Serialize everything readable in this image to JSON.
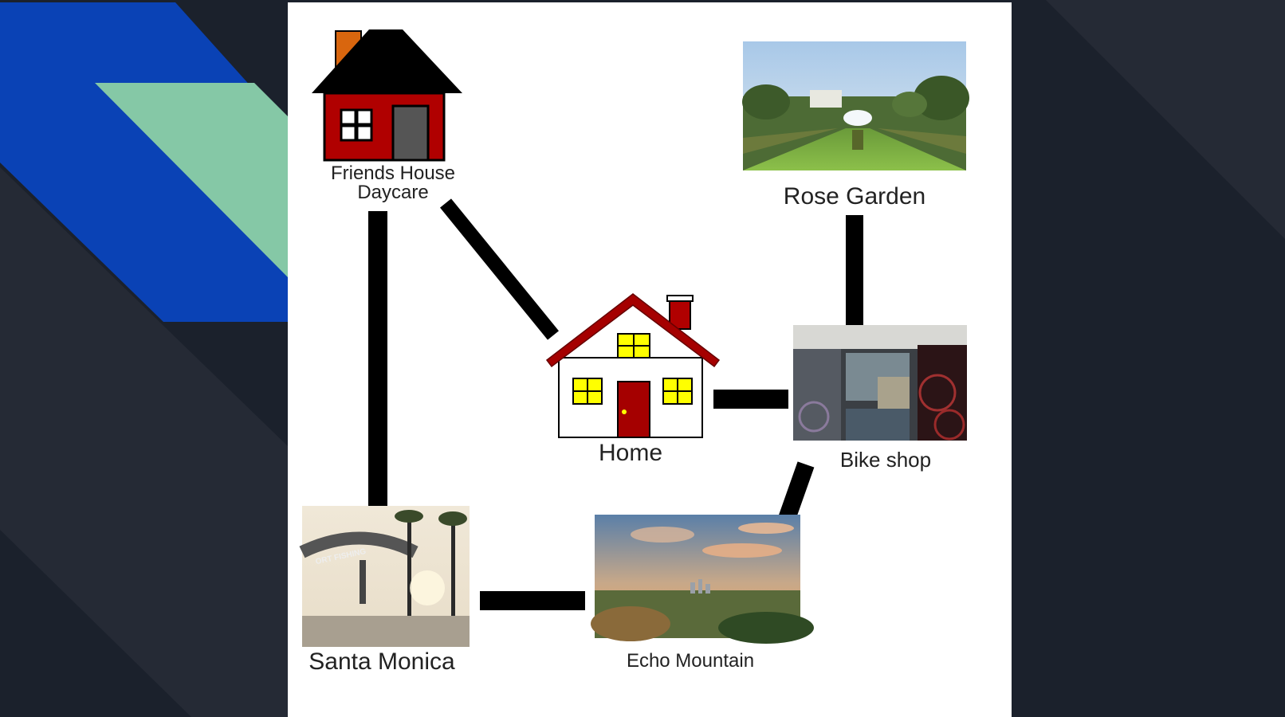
{
  "slide": {
    "background_color": "#1b212c",
    "accent_colors": {
      "blue": "#0a42b5",
      "green": "#85c8a6",
      "canvas": "#ffffff"
    }
  },
  "map": {
    "nodes": [
      {
        "id": "friends_house",
        "label_line1": "Friends House",
        "label_line2": "Daycare",
        "icon": "house-icon"
      },
      {
        "id": "rose_garden",
        "label": "Rose Garden",
        "image": "rose-garden-photo"
      },
      {
        "id": "home",
        "label": "Home",
        "icon": "home-icon"
      },
      {
        "id": "bike_shop",
        "label": "Bike shop",
        "image": "bike-shop-photo"
      },
      {
        "id": "santa_monica",
        "label": "Santa Monica",
        "image": "santa-monica-pier-photo"
      },
      {
        "id": "echo_mountain",
        "label": "Echo Mountain",
        "image": "echo-mountain-photo"
      }
    ],
    "edges": [
      {
        "from": "friends_house",
        "to": "home"
      },
      {
        "from": "friends_house",
        "to": "santa_monica"
      },
      {
        "from": "rose_garden",
        "to": "bike_shop"
      },
      {
        "from": "home",
        "to": "bike_shop"
      },
      {
        "from": "bike_shop",
        "to": "echo_mountain"
      },
      {
        "from": "santa_monica",
        "to": "echo_mountain"
      }
    ]
  }
}
